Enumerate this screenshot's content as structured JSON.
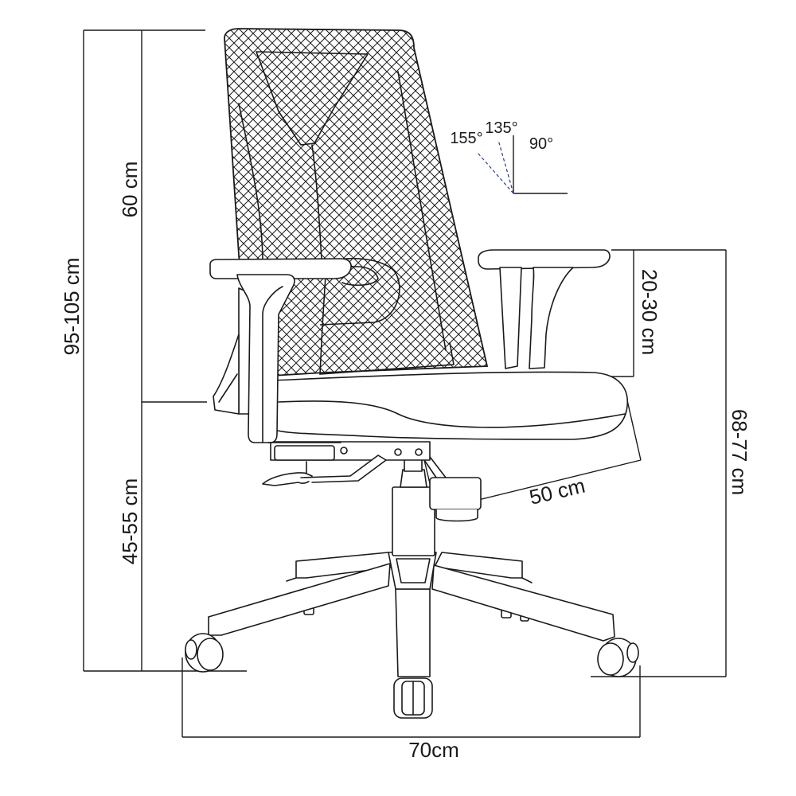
{
  "dimensions": {
    "total_height": "95-105 cm",
    "backrest_height": "60 cm",
    "seat_height": "45-55 cm",
    "armrest_adjust": "20-30 cm",
    "armrest_height": "68-77 cm",
    "seat_depth": "50 cm",
    "base_width": "70cm"
  },
  "recline": {
    "angle_155": "155°",
    "angle_135": "135°",
    "angle_90": "90°",
    "dash_color": "#2b3a8c"
  },
  "colors": {
    "line": "#1a1a1a",
    "background": "#ffffff"
  }
}
